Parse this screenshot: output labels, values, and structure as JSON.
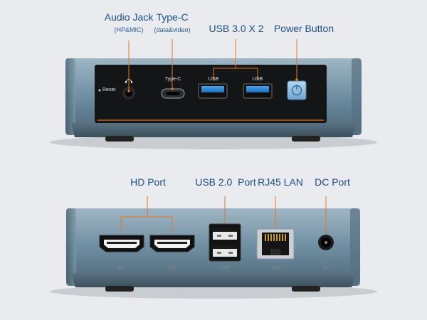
{
  "front": {
    "callouts": {
      "audio_jack": "Audio Jack",
      "audio_jack_sub": "(HP&MIC)",
      "type_c": "Type-C",
      "type_c_sub": "(data&video)",
      "usb3": "USB 3.0 X 2",
      "power": "Power Button"
    },
    "panel_labels": {
      "reset": "Reset",
      "type_c": "Type-C",
      "usb_left": "USB",
      "usb_right": "USB"
    }
  },
  "rear": {
    "callouts": {
      "hd": "HD Port",
      "usb2": "USB 2.0  Port",
      "rj45": "RJ45 LAN",
      "dc": "DC Port"
    },
    "panel_labels": {
      "hd_left": "HD",
      "hd_right": "HD",
      "usb": "USB",
      "lan": "LAN",
      "dc": "DC"
    }
  },
  "colors": {
    "background": "#e9ebee",
    "chassis": "#6f8ea2",
    "panel": "#131517",
    "leader_line": "#e8761f",
    "callout_text": "#1d4f86",
    "usb3_port": "#2f86d6",
    "power_button": "#8fbfe0"
  }
}
